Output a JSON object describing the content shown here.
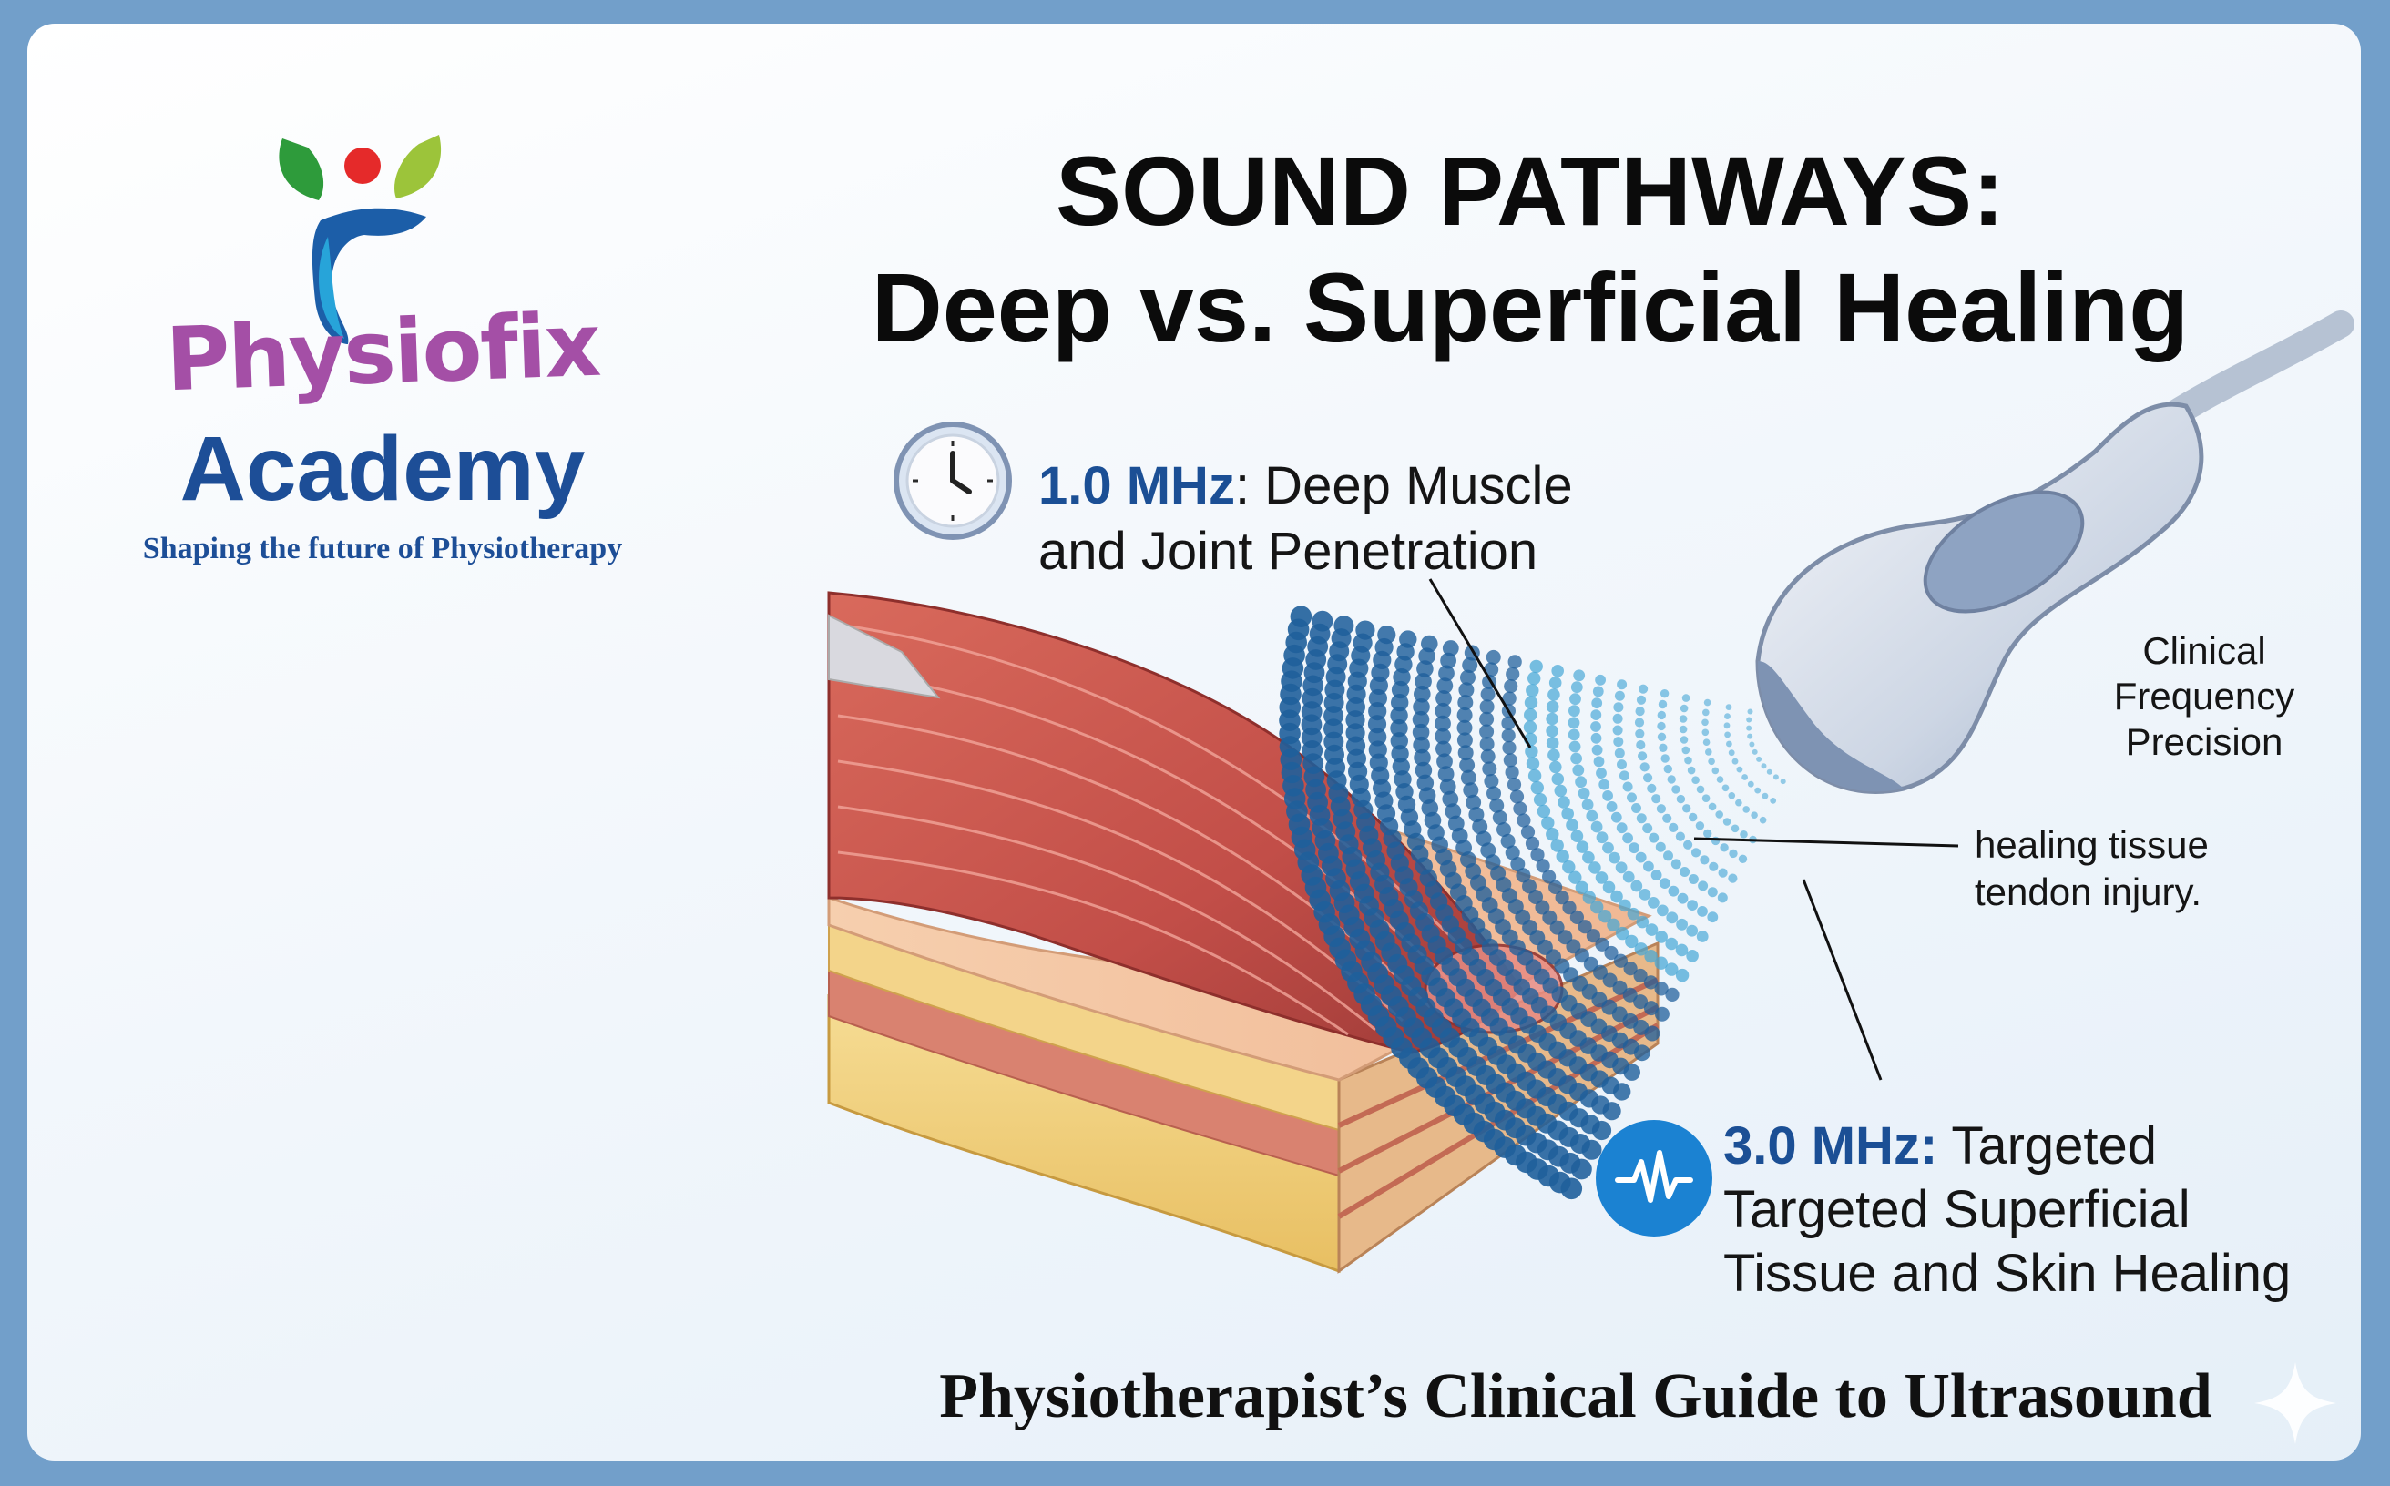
{
  "brand": {
    "name": "Physiofix",
    "academy": "Academy",
    "tagline": "Shaping the future of Physiotherapy"
  },
  "title": {
    "line1": "SOUND PATHWAYS:",
    "line2": "Deep vs. Superficial Healing"
  },
  "callouts": {
    "low_freq": {
      "frequency": "1.0 MHz",
      "text_a": ": Deep Muscle",
      "text_b": "and Joint Penetration",
      "icon": "clock-icon"
    },
    "high_freq": {
      "frequency": "3.0 MHz:",
      "text_a": " Targeted",
      "text_b": "Targeted Superficial",
      "text_c": "Tissue and Skin Healing",
      "icon": "waveform-icon"
    },
    "clinical": [
      "Clinical",
      "Frequency",
      "Precision"
    ],
    "healing": [
      "healing tissue",
      "tendon injury."
    ]
  },
  "footer": "Physiotherapist’s Clinical Guide to Ultrasound",
  "colors": {
    "frame": "#729fca",
    "brand_purple": "#a44fa6",
    "brand_blue": "#1d4e97",
    "accent_blue": "#1b82d2",
    "muscle_red": "#c9564e",
    "fat_yellow": "#f1d27e"
  }
}
